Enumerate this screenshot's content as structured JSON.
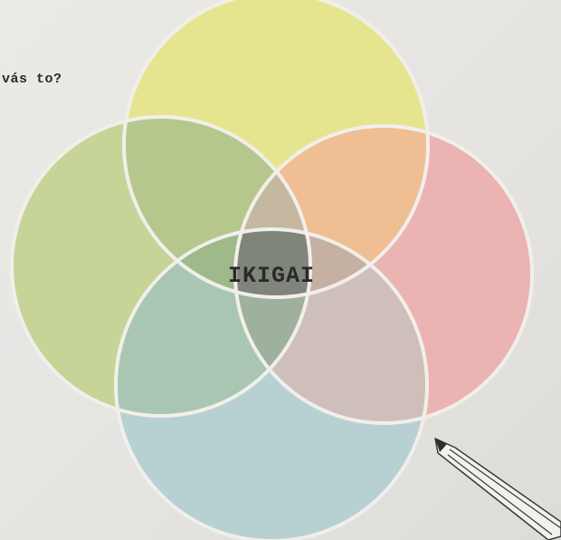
{
  "header": {
    "partial_question": "vás to?"
  },
  "diagram": {
    "center_label": "IKIGAI",
    "circles": [
      {
        "name": "top",
        "color": "#e6e58f"
      },
      {
        "name": "left",
        "color": "#c6d497"
      },
      {
        "name": "right",
        "color": "#ebb3b1"
      },
      {
        "name": "bottom",
        "color": "#b7d1d3"
      }
    ],
    "overlap_colors": {
      "top_left": "#b6c78d",
      "top_right": "#efbe93",
      "left_bottom": "#a9c6b2",
      "right_bottom": "#cfbfbb",
      "top_left_right": "#c4b8a1",
      "left_bottom_right": "#9fb19c",
      "top_left_bottom": "#9eb98a",
      "top_right_bottom": "#c5b0a2",
      "center": "#7f857a"
    },
    "outline_color": "#f1efea"
  },
  "decor": {
    "pencil_icon": "pencil-icon"
  }
}
